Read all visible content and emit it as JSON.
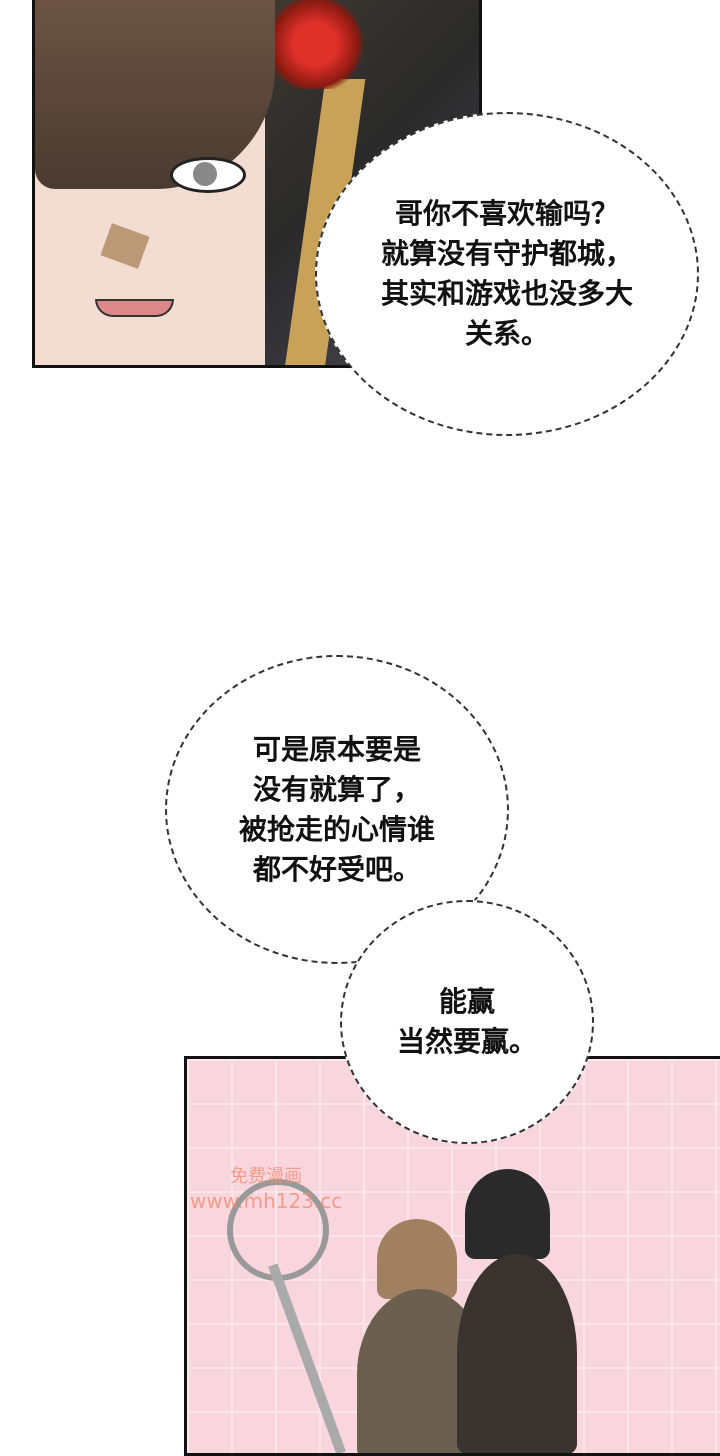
{
  "bubbles": [
    {
      "lines": [
        "哥你不喜欢输吗？",
        "就算没有守护都城，",
        "其实和游戏也没多大",
        "关系。"
      ]
    },
    {
      "lines": [
        "可是原本要是",
        "没有就算了，",
        "被抢走的心情谁",
        "都不好受吧。"
      ]
    },
    {
      "lines": [
        "能赢",
        "当然要赢。"
      ]
    }
  ],
  "watermark": {
    "line1": "免费漫画",
    "line2": "www.mh123.cc"
  },
  "colors": {
    "panel_bg": "#f9d6dd",
    "watermark": "#f08a70"
  }
}
